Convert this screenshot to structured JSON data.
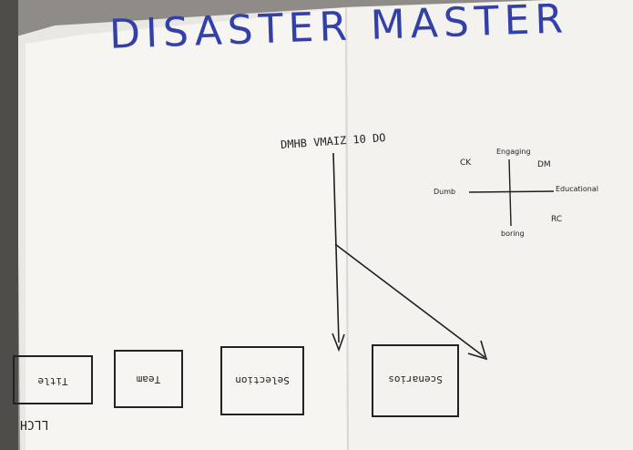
{
  "sketch": {
    "title": "DISASTER MASTER",
    "arrow_note": "DMHB VMAIZ 10 DO",
    "quadrant": {
      "top": "Engaging",
      "bottom": "boring",
      "left": "Dumb",
      "right": "Educational",
      "top_left": "CK",
      "top_right": "DM",
      "bottom_right": "RC"
    },
    "screens": [
      {
        "label": "Title"
      },
      {
        "label": "Team"
      },
      {
        "label": "Selection"
      },
      {
        "label": "Scenarios"
      }
    ],
    "corner_note": "LLCH",
    "colors": {
      "ink": "#1f1f1f",
      "title_ink": "#3340a8",
      "paper": "#f6f5f2",
      "background": "#8f8c87"
    }
  }
}
